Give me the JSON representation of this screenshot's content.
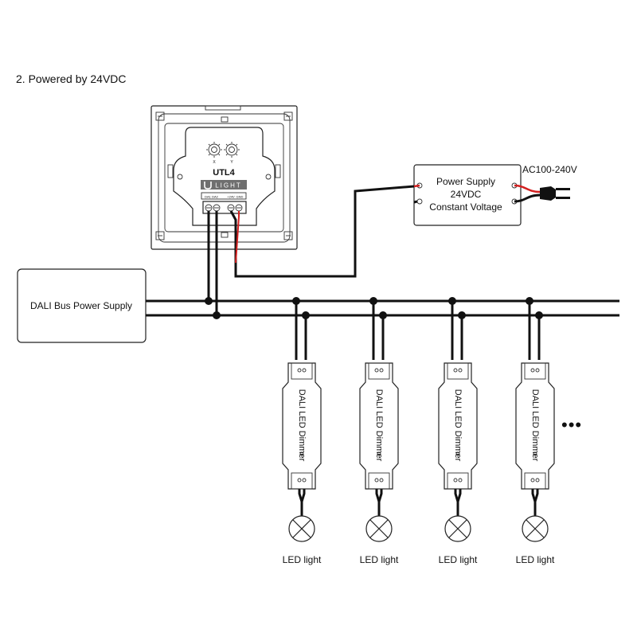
{
  "heading": "2. Powered by 24VDC",
  "panel": {
    "model": "UTL4",
    "brand": "LIGHT",
    "dial_x": "X",
    "dial_y": "Y",
    "terminal_1": "DA1",
    "terminal_2": "DA2",
    "terminal_3": "+24V",
    "terminal_4": "GND"
  },
  "power_supply": {
    "line1": "Power Supply",
    "line2": "24VDC",
    "line3": "Constant Voltage",
    "input_label": "AC100-240V"
  },
  "bus_power": {
    "label": "DALI Bus Power Supply"
  },
  "dimmers": [
    {
      "label": "DALI LED Dimmer",
      "light": "LED light"
    },
    {
      "label": "DALI LED Dimmer",
      "light": "LED light"
    },
    {
      "label": "DALI LED Dimmer",
      "light": "LED light"
    },
    {
      "label": "DALI LED Dimmer",
      "light": "LED light"
    }
  ],
  "continuation": "•••",
  "colors": {
    "line": "#111111",
    "red_wire": "#d42020"
  }
}
